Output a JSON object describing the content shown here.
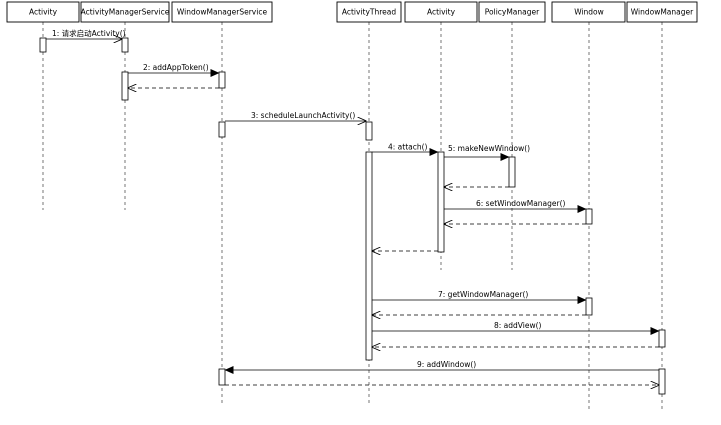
{
  "participants": [
    {
      "id": "activity_1",
      "label": "Activity"
    },
    {
      "id": "ams",
      "label": "ActivityManagerService"
    },
    {
      "id": "wms",
      "label": "WindowManagerService"
    },
    {
      "id": "activity_thread",
      "label": "ActivityThread"
    },
    {
      "id": "activity_2",
      "label": "Activity"
    },
    {
      "id": "policy_manager",
      "label": "PolicyManager"
    },
    {
      "id": "window",
      "label": "Window"
    },
    {
      "id": "window_manager",
      "label": "WindowManager"
    }
  ],
  "messages": [
    {
      "label": "1: 请求启动Activity()",
      "from": "activity_1",
      "to": "ams",
      "style": "open"
    },
    {
      "label": "2: addAppToken()",
      "from": "ams",
      "to": "wms",
      "style": "filled"
    },
    {
      "label": "",
      "from": "wms",
      "to": "ams",
      "style": "return"
    },
    {
      "label": "3: scheduleLaunchActivity()",
      "from": "wms",
      "to": "activity_thread",
      "style": "open"
    },
    {
      "label": "4: attach()",
      "from": "activity_thread",
      "to": "activity_2",
      "style": "filled"
    },
    {
      "label": "5: makeNewWindow()",
      "from": "activity_2",
      "to": "policy_manager",
      "style": "filled"
    },
    {
      "label": "",
      "from": "policy_manager",
      "to": "activity_2",
      "style": "return"
    },
    {
      "label": "6: setWindowManager()",
      "from": "activity_2",
      "to": "window",
      "style": "filled"
    },
    {
      "label": "",
      "from": "window",
      "to": "activity_2",
      "style": "return"
    },
    {
      "label": "",
      "from": "activity_2",
      "to": "activity_thread",
      "style": "return"
    },
    {
      "label": "7: getWindowManager()",
      "from": "activity_thread",
      "to": "window",
      "style": "filled"
    },
    {
      "label": "",
      "from": "window",
      "to": "activity_thread",
      "style": "return"
    },
    {
      "label": "8: addView()",
      "from": "activity_thread",
      "to": "window_manager",
      "style": "filled"
    },
    {
      "label": "",
      "from": "window_manager",
      "to": "activity_thread",
      "style": "return"
    },
    {
      "label": "9: addWindow()",
      "from": "window_manager",
      "to": "wms",
      "style": "filled"
    },
    {
      "label": "",
      "from": "wms",
      "to": "window_manager",
      "style": "return"
    }
  ]
}
